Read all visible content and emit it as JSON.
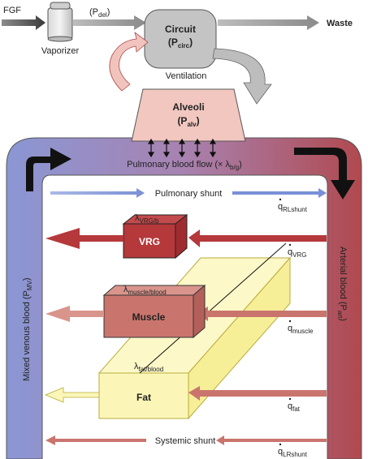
{
  "diagram": {
    "fgf": "FGF",
    "pdel": {
      "main": "(P",
      "sub": "del",
      "end": ")"
    },
    "vaporizer": "Vaporizer",
    "circuit": {
      "title": "Circuit",
      "p": "(P",
      "sub": "circ",
      "end": ")"
    },
    "waste": "Waste",
    "ventilation": "Ventilation",
    "alveoli": {
      "title": "Alveoli",
      "p": "(P",
      "sub": "alv",
      "end": ")"
    },
    "pulmonary_flow": {
      "main": "Pulmonary blood flow (× λ",
      "sub": "b/g",
      "end": ")"
    },
    "pulmonary_shunt": "Pulmonary shunt",
    "q_rlshunt": {
      "q": "q",
      "sub": "RLshunt"
    },
    "lambda_vrg": {
      "l": "λ",
      "sub": "VRG/b"
    },
    "vrg": "VRG",
    "q_vrg": {
      "q": "q",
      "sub": "VRG"
    },
    "lambda_muscle": {
      "l": "λ",
      "sub": "muscle/blood"
    },
    "muscle": "Muscle",
    "q_muscle": {
      "q": "q",
      "sub": "muscle"
    },
    "lambda_fat": {
      "l": "λ",
      "sub": "fat/blood"
    },
    "fat": "Fat",
    "q_fat": {
      "q": "q",
      "sub": "fat"
    },
    "systemic_shunt": "Systemic shunt",
    "q_lrshunt": {
      "q": "q",
      "sub": "LRshunt"
    },
    "mixed_venous": {
      "main": "Mixed venous blood (P",
      "sub": "MV",
      "end": ")"
    },
    "arterial": {
      "main": "Arterial blood (P",
      "sub": "art",
      "end": ")"
    }
  },
  "colors": {
    "venous_blue": "#8a97d4",
    "arterial_red": "#b0494f",
    "vrg_red": "#b5383b",
    "muscle": "#c9756d",
    "fat_yellow": "#fbf6b8",
    "alveoli_pink": "#f2c7c0",
    "circuit_grey": "#bdbdbd"
  }
}
